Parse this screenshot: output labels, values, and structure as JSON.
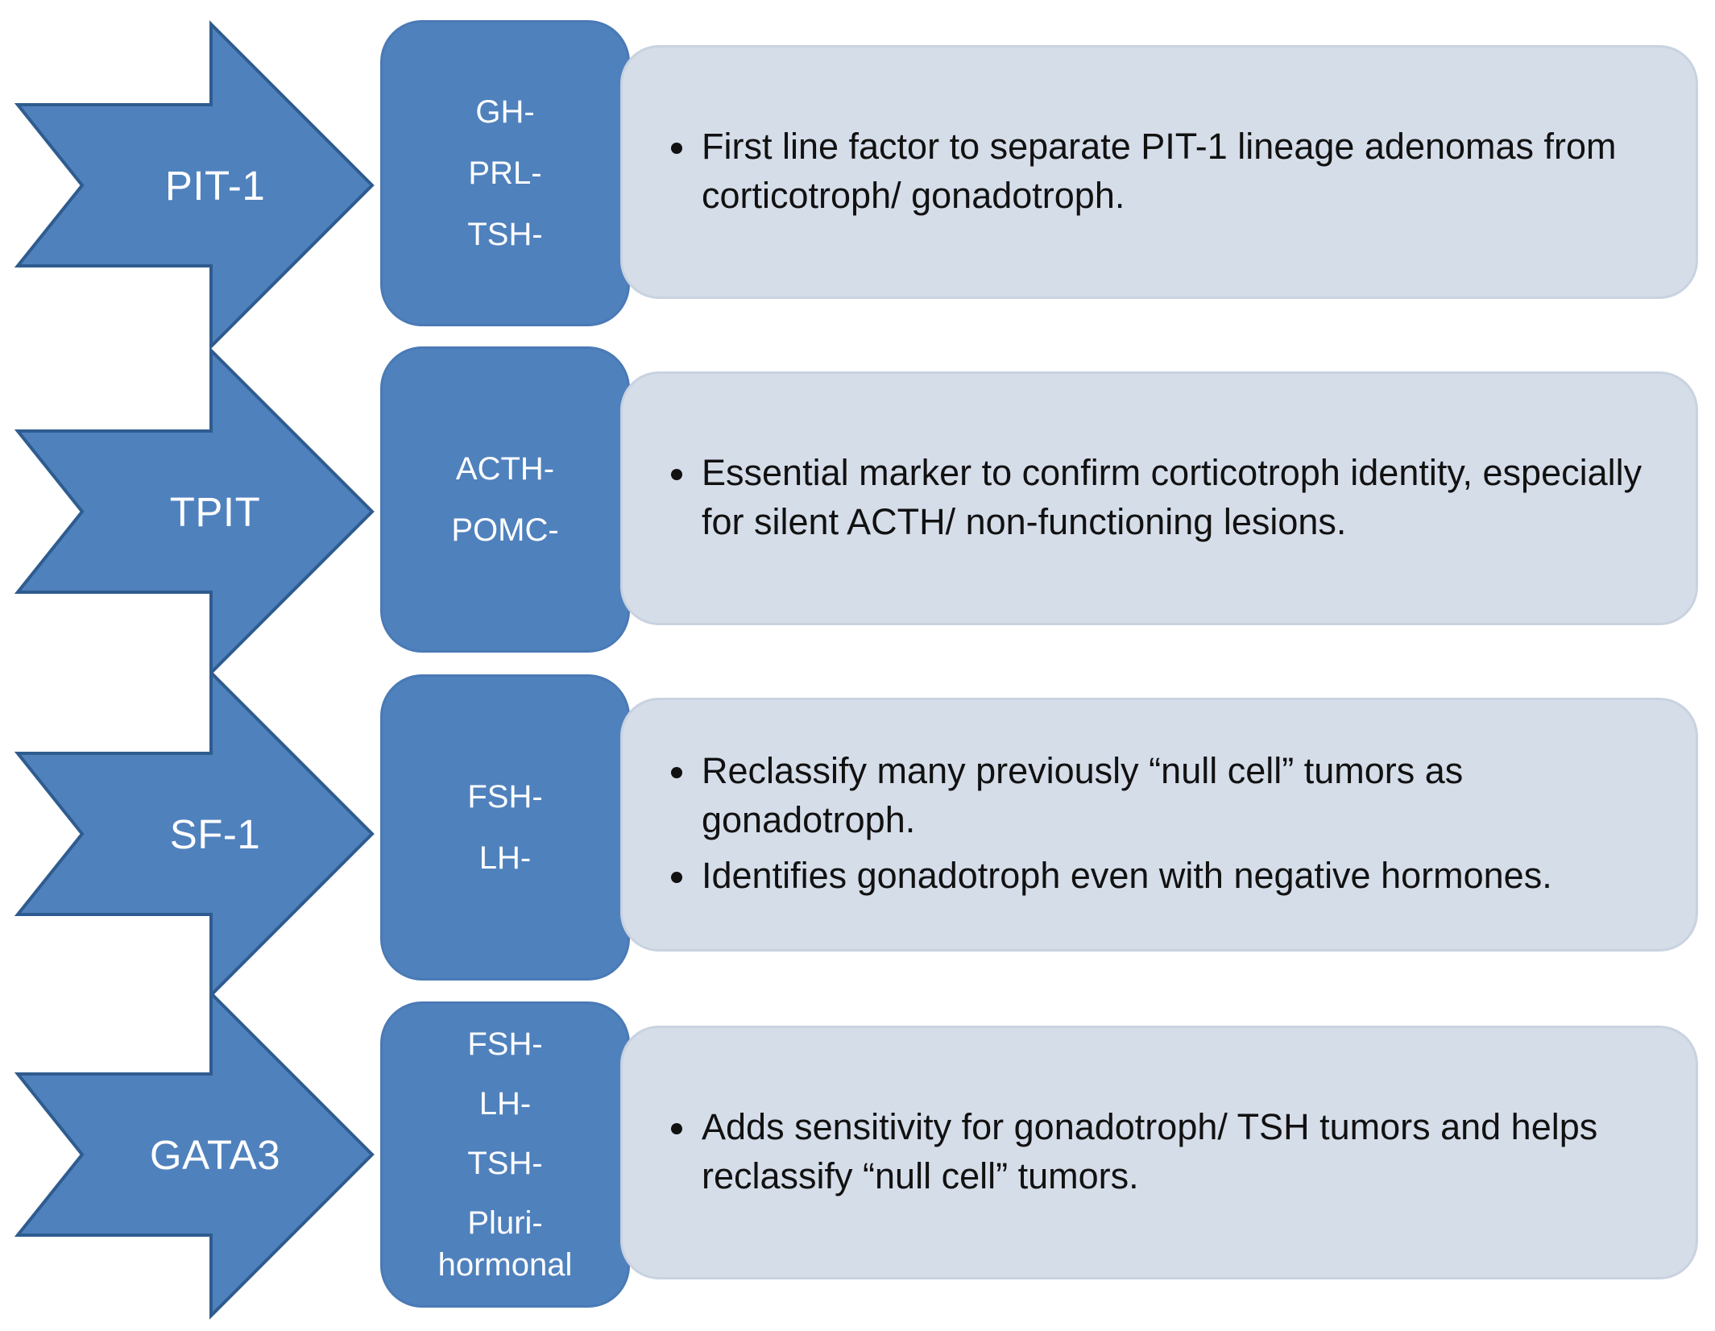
{
  "colors": {
    "arrow_fill": "#4f81bd",
    "arrow_stroke": "#2f5c8f",
    "hormone_box_fill": "#4f81bd",
    "description_box_fill": "#d5dde9",
    "text_dark": "#111111",
    "text_light": "#ffffff"
  },
  "rows": [
    {
      "factor": "PIT-1",
      "hormones": [
        "GH-",
        "PRL-",
        "TSH-"
      ],
      "bullets": [
        "First line factor to separate PIT-1 lineage adenomas from corticotroph/ gonadotroph."
      ]
    },
    {
      "factor": "TPIT",
      "hormones": [
        "ACTH-",
        "POMC-"
      ],
      "bullets": [
        "Essential marker to confirm corticotroph identity, especially for silent ACTH/ non-functioning lesions."
      ]
    },
    {
      "factor": "SF-1",
      "hormones": [
        "FSH-",
        "LH-"
      ],
      "bullets": [
        "Reclassify many previously “null cell” tumors as gonadotroph.",
        "Identifies gonadotroph even with negative hormones."
      ]
    },
    {
      "factor": "GATA3",
      "hormones": [
        "FSH-",
        "LH-",
        "TSH-",
        "Pluri-",
        "hormonal"
      ],
      "bullets": [
        "Adds sensitivity for gonadotroph/ TSH tumors and helps reclassify “null cell” tumors."
      ]
    }
  ]
}
